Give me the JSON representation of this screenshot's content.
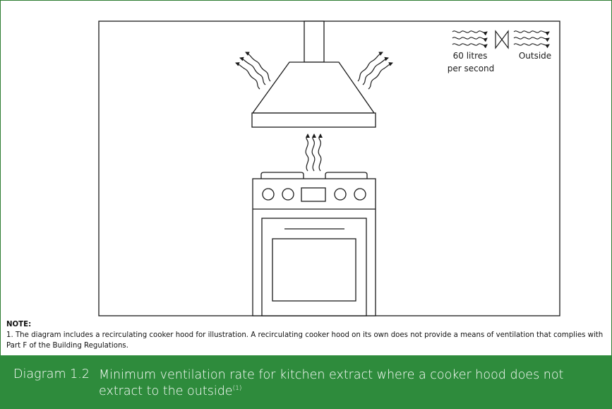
{
  "diagram": {
    "flow_rate_line1": "60 litres",
    "flow_rate_line2": "per second",
    "outside_label": "Outside"
  },
  "note": {
    "title": "NOTE:",
    "text": "1. The diagram includes a recirculating cooker hood for illustration. A recirculating cooker hood on its own does not provide a means of ventilation that complies with Part F of the Building Regulations."
  },
  "caption": {
    "number": "Diagram 1.2",
    "title": "Minimum ventilation rate for kitchen extract where a cooker hood does not extract to the outside",
    "superscript": "(1)"
  },
  "colors": {
    "brand_green": "#2e8b3c",
    "border_green": "#2e7d32",
    "line": "#1a1a1a"
  }
}
